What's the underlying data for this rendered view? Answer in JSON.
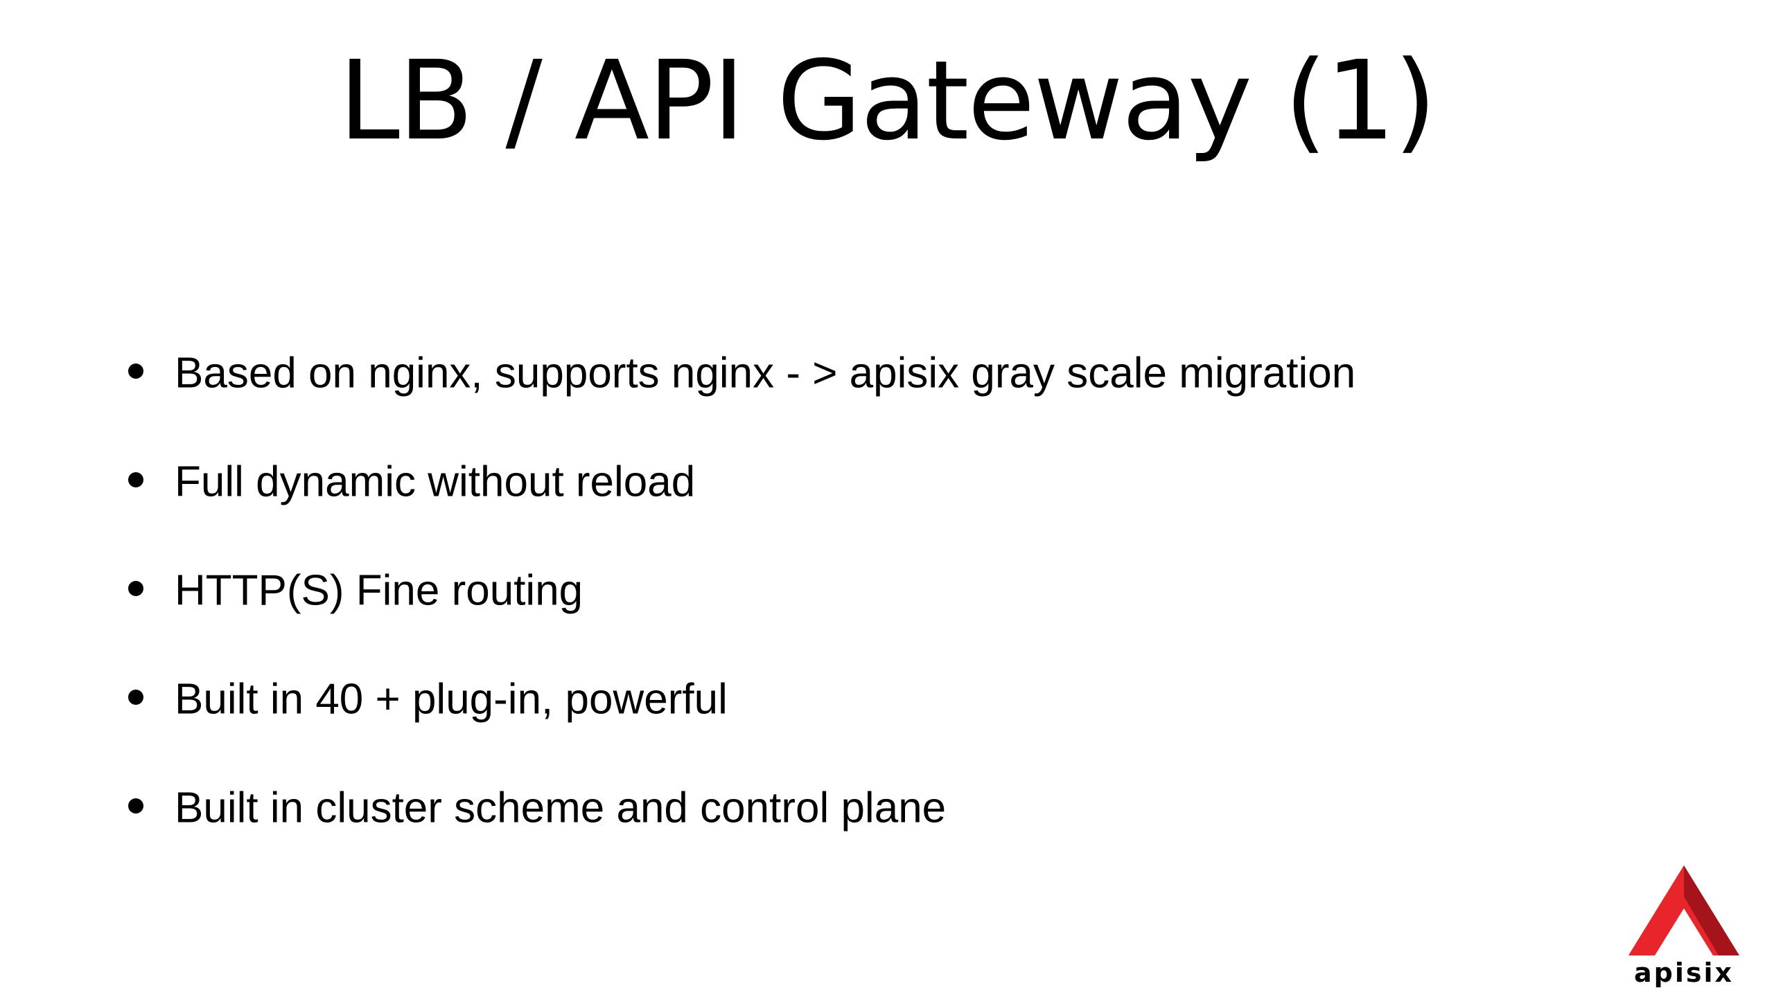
{
  "slide": {
    "title": "LB / API Gateway (1)",
    "bullets": [
      "Based on nginx, supports nginx - > apisix gray scale migration",
      "Full dynamic without reload",
      "HTTP(S) Fine routing",
      "Built in 40 + plug-in, powerful",
      "Built in cluster scheme and control plane"
    ]
  },
  "logo": {
    "icon": "apisix-triangle-logo",
    "text": "apisix",
    "colors": {
      "red": "#e8252a",
      "dark_red": "#a5141b",
      "text": "#000000"
    }
  }
}
